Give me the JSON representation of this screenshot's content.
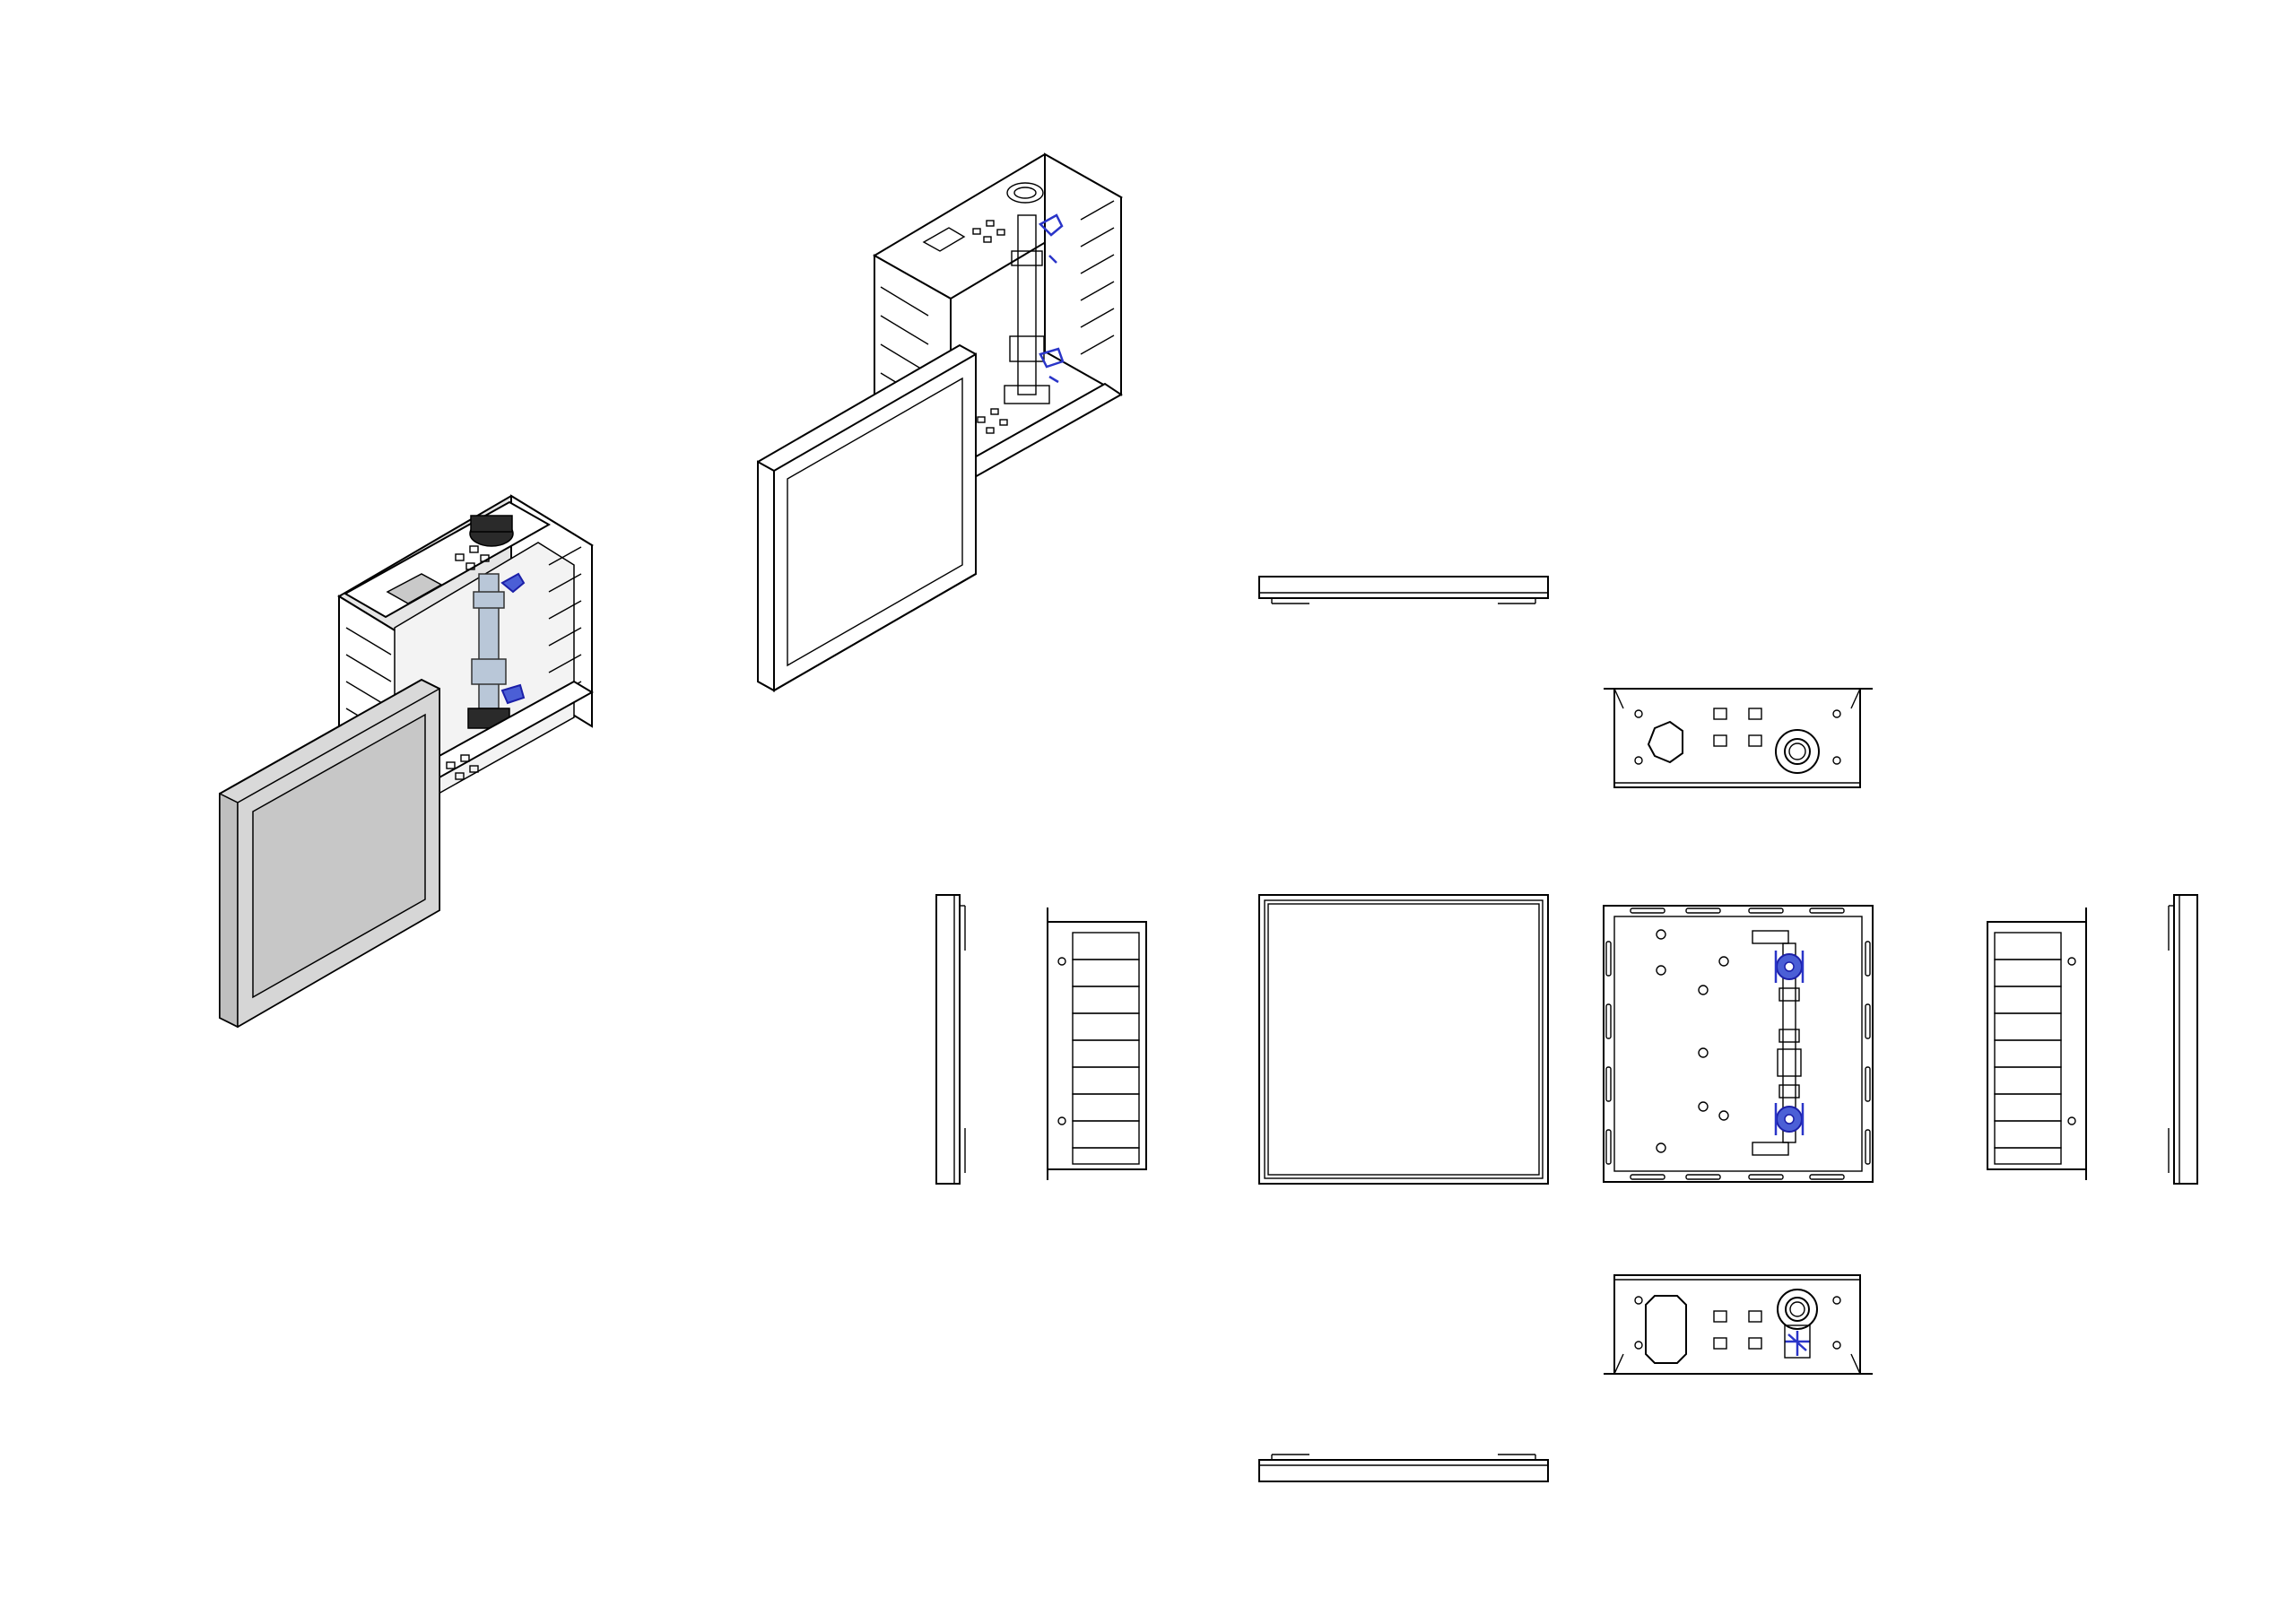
{
  "sheet": {
    "background": "#ffffff",
    "line_color": "#000000",
    "valve_color": "#3a48d0"
  },
  "views": [
    {
      "id": "iso-shaded",
      "kind": "isometric shaded"
    },
    {
      "id": "iso-wireframe",
      "kind": "isometric line"
    },
    {
      "id": "top-door-edge",
      "kind": "top"
    },
    {
      "id": "top-box",
      "kind": "top"
    },
    {
      "id": "left-door-edge",
      "kind": "left"
    },
    {
      "id": "left-box-side",
      "kind": "left"
    },
    {
      "id": "front-door",
      "kind": "front"
    },
    {
      "id": "front-box-open",
      "kind": "front"
    },
    {
      "id": "right-box-side",
      "kind": "right"
    },
    {
      "id": "right-door-edge",
      "kind": "right"
    },
    {
      "id": "bottom-box",
      "kind": "bottom"
    },
    {
      "id": "bottom-door-edge",
      "kind": "bottom"
    }
  ]
}
